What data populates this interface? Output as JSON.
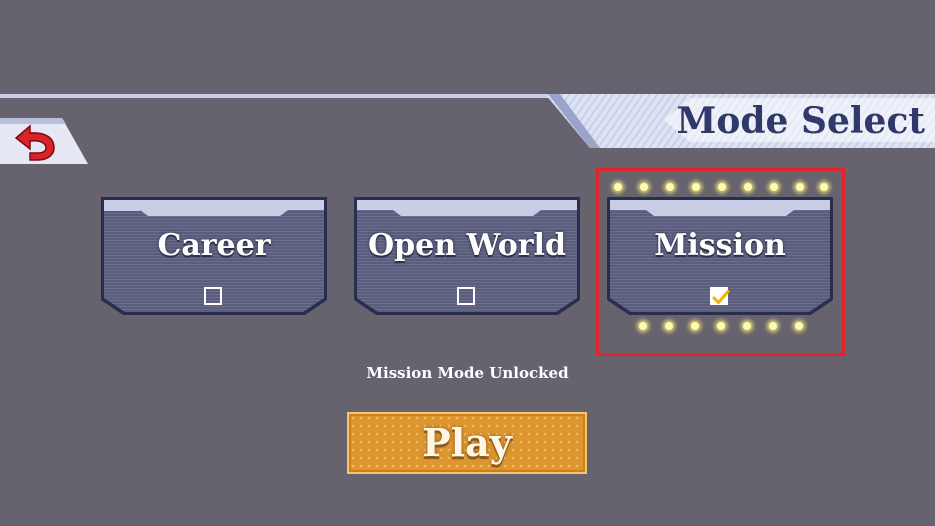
{
  "header": {
    "title": "Mode Select",
    "back_icon": "back-arrow-icon"
  },
  "modes": [
    {
      "label": "Career",
      "checked": false
    },
    {
      "label": "Open World",
      "checked": false
    },
    {
      "label": "Mission",
      "checked": true
    }
  ],
  "status": {
    "message": "Mission Mode Unlocked"
  },
  "play_button": {
    "label": "Play"
  },
  "colors": {
    "background": "#67636e",
    "title_text": "#2f3a6b",
    "selection_frame": "#e8222a",
    "play_button": "#dd9630",
    "check_mark": "#f0b400",
    "back_arrow": "#d8232a"
  }
}
